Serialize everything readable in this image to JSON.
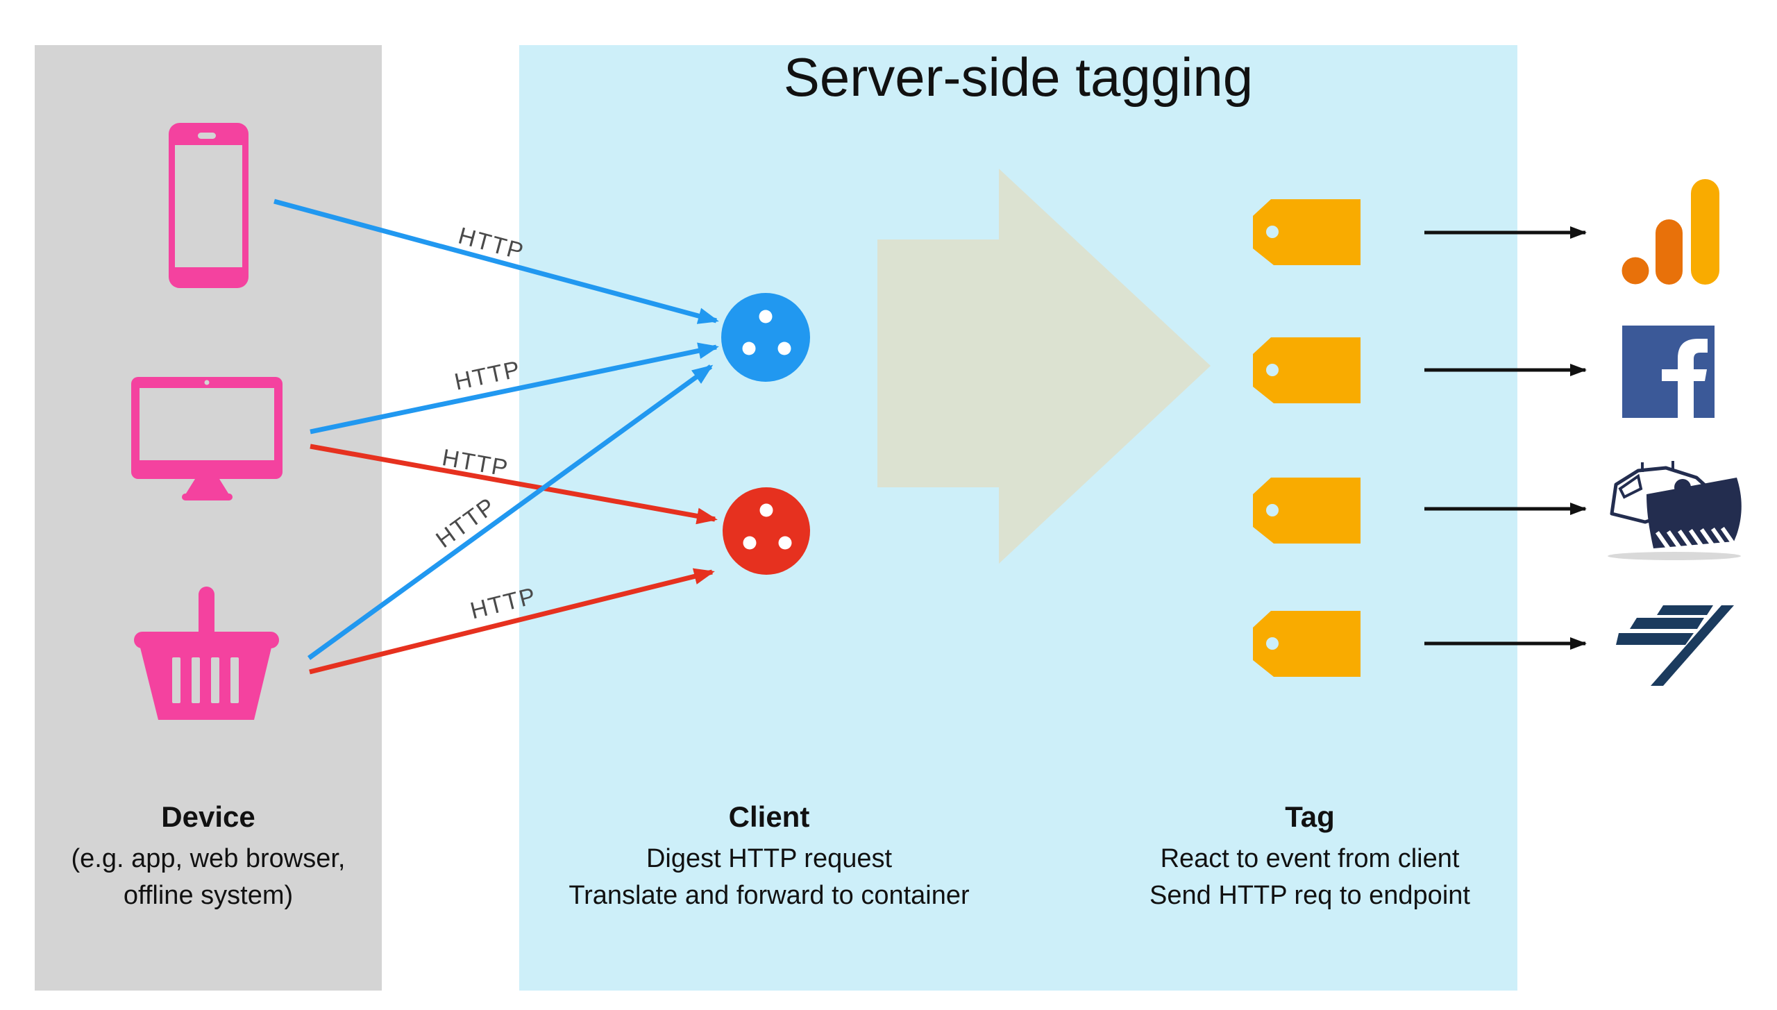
{
  "title": "Server-side tagging",
  "sections": {
    "device": {
      "heading": "Device",
      "lines": [
        "(e.g. app, web browser,",
        "offline system)"
      ]
    },
    "client": {
      "heading": "Client",
      "lines": [
        "Digest HTTP request",
        "Translate and forward to container"
      ]
    },
    "tag": {
      "heading": "Tag",
      "lines": [
        "React to event from client",
        "Send HTTP req to endpoint"
      ]
    }
  },
  "http_labels": [
    "HTTP",
    "HTTP",
    "HTTP",
    "HTTP",
    "HTTP"
  ],
  "device_icons": [
    "smartphone",
    "desktop-monitor",
    "shopping-basket"
  ],
  "client_nodes": [
    "blue-client-circle",
    "red-client-circle"
  ],
  "tag_icons": [
    "tag",
    "tag",
    "tag",
    "tag"
  ],
  "endpoints": [
    "google-analytics",
    "facebook",
    "snowplow",
    "stripes-flag"
  ],
  "colors": {
    "panel_gray": "#D4D4D4",
    "panel_blue": "#CDEFF9",
    "pink": "#F4429F",
    "blue": "#2198F0",
    "red": "#E6311F",
    "big_arrow": "#DCE2D1",
    "tag_orange": "#F9AB00",
    "ga_orange": "#E8710A",
    "ga_yellow": "#F9AB00",
    "facebook_blue": "#3B5998",
    "plow_navy": "#232D4F",
    "stripes_navy": "#1B3B5E",
    "http_text": "#4A4A4A",
    "text": "#111111"
  }
}
